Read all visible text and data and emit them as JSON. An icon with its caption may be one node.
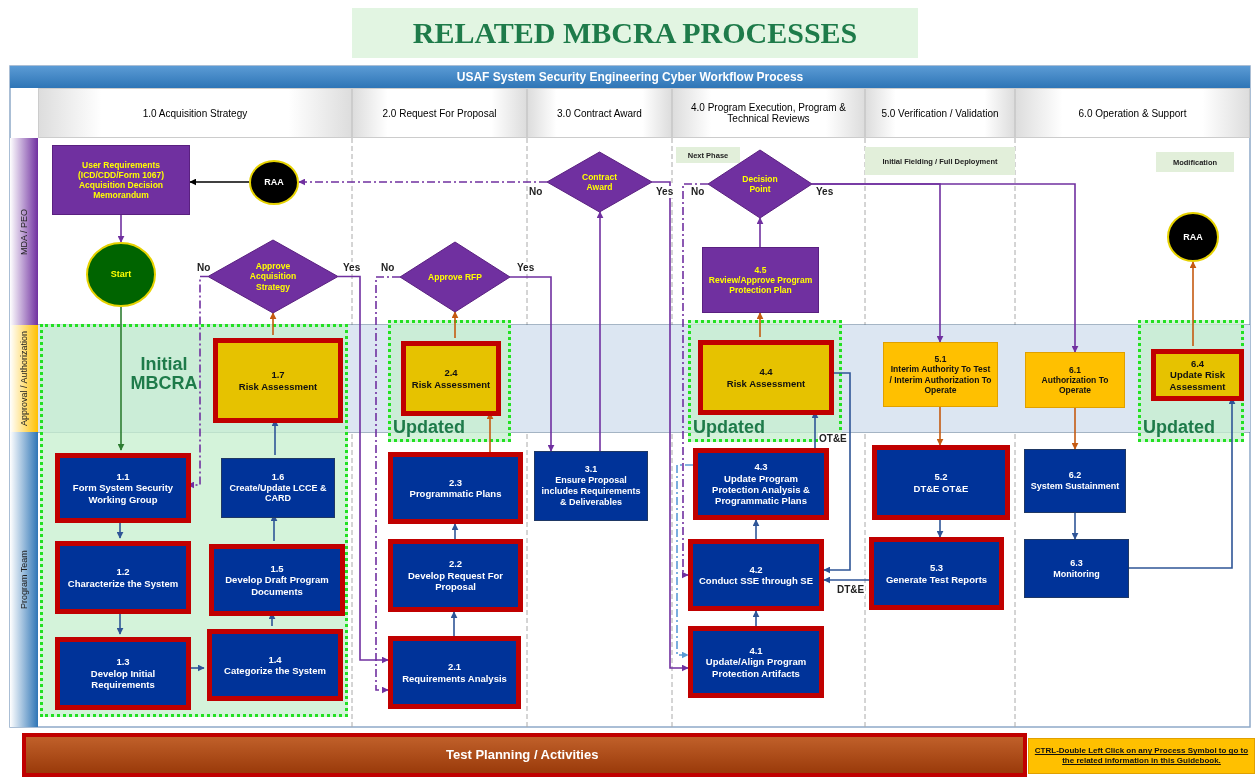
{
  "diagram": {
    "title": "RELATED MBCRA PROCESSES",
    "nodes": [
      {
        "text": [
          "User Requirements (ICD/CDD/Form 1067) Acquisition Decision Memorandum"
        ]
      },
      {
        "text": [
          "RAA"
        ]
      },
      {
        "text": [
          "Contract Award"
        ]
      },
      {
        "text": [
          "Next Phase"
        ]
      },
      {
        "text": [
          "Decision Point"
        ]
      },
      {
        "text": [
          "Initial Fielding / Full Deployment"
        ]
      },
      {
        "text": [
          "Modification"
        ]
      },
      {
        "text": [
          "Start"
        ]
      },
      {
        "text": [
          "Approve Acquisition Strategy"
        ]
      },
      {
        "text": [
          "Approve RFP"
        ]
      },
      {
        "text": [
          "4.5",
          "Review/Approve Program Protection Plan"
        ]
      },
      {
        "text": [
          "RAA"
        ]
      },
      {
        "text": [
          "Initial MBCRA"
        ]
      },
      {
        "text": [
          "1.7",
          "Risk Assessment"
        ],
        "in": 12
      },
      {
        "text": [
          "Updated"
        ]
      },
      {
        "text": [
          "2.4",
          "Risk Assessment"
        ],
        "in": 14
      },
      {
        "text": [
          "Updated"
        ]
      },
      {
        "text": [
          "4.4",
          "Risk Assessment"
        ],
        "in": 16
      },
      {
        "text": [
          "5.1",
          "Interim Authority To Test / Interim Authorization To Operate"
        ]
      },
      {
        "text": [
          "6.1",
          "Authorization To Operate"
        ]
      },
      {
        "text": [
          "Updated"
        ]
      },
      {
        "text": [
          "6.4",
          "Update Risk Assessment"
        ],
        "in": 20
      },
      {
        "text": [
          "1.1",
          "Form System Security Working Group"
        ],
        "in": 12
      },
      {
        "text": [
          "1.6",
          "Create/Update LCCE & CARD"
        ],
        "in": 12
      },
      {
        "text": [
          "2.3",
          "Programmatic Plans"
        ]
      },
      {
        "text": [
          "3.1",
          "Ensure Proposal includes Requirements & Deliverables"
        ]
      },
      {
        "text": [
          "4.3",
          "Update Program Protection Analysis & Programmatic Plans"
        ]
      },
      {
        "text": [
          "5.2",
          "DT&E OT&E"
        ]
      },
      {
        "text": [
          "6.2",
          "System Sustainment"
        ]
      },
      {
        "text": [
          "1.2",
          "Characterize the System"
        ],
        "in": 12
      },
      {
        "text": [
          "1.5",
          "Develop Draft Program Documents"
        ],
        "in": 12
      },
      {
        "text": [
          "2.2",
          "Develop Request For Proposal"
        ]
      },
      {
        "text": [
          "4.2",
          "Conduct SSE through SE"
        ]
      },
      {
        "text": [
          "5.3",
          "Generate Test Reports"
        ]
      },
      {
        "text": [
          "6.3",
          "Monitoring"
        ]
      },
      {
        "text": [
          "1.3",
          "Develop Initial Requirements"
        ],
        "in": 12
      },
      {
        "text": [
          "1.4",
          "Categorize the System"
        ],
        "in": 12
      },
      {
        "text": [
          "2.1",
          "Requirements Analysis"
        ]
      },
      {
        "text": [
          "4.1",
          "Update/Align Program Protection Artifacts"
        ]
      },
      {
        "text": [
          "Test Planning / Activities"
        ]
      },
      {
        "text": [
          "CTRL-Double Left Click on any Process Symbol to go to the related information in this Guidebook."
        ]
      }
    ],
    "edges": [
      {
        "from": 1,
        "to": 0,
        "arrow": "to",
        "color": "#000000"
      },
      {
        "from": 0,
        "to": 7,
        "arrow": "to",
        "color": "#7030a0"
      },
      {
        "from": 7,
        "to": 22,
        "arrow": "to",
        "color": "#2e7d32"
      },
      {
        "from": 22,
        "to": 29,
        "arrow": "to"
      },
      {
        "from": 29,
        "to": 35,
        "arrow": "to"
      },
      {
        "from": 35,
        "to": 36,
        "arrow": "to"
      },
      {
        "from": 36,
        "to": 30,
        "arrow": "to"
      },
      {
        "from": 30,
        "to": 23,
        "arrow": "to"
      },
      {
        "from": 23,
        "to": 13,
        "arrow": "to"
      },
      {
        "from": 13,
        "to": 8,
        "arrow": "to",
        "color": "#c55a11"
      },
      {
        "from": 8,
        "to": 22,
        "label": "No",
        "arrow": "to",
        "style": "dashed",
        "color": "#7030a0"
      },
      {
        "from": 8,
        "to": 37,
        "label": "Yes",
        "arrow": "to",
        "color": "#7030a0"
      },
      {
        "from": 37,
        "to": 31,
        "arrow": "to"
      },
      {
        "from": 31,
        "to": 24,
        "arrow": "to"
      },
      {
        "from": 24,
        "to": 15,
        "arrow": "to",
        "color": "#c55a11"
      },
      {
        "from": 15,
        "to": 9,
        "arrow": "to",
        "color": "#c55a11"
      },
      {
        "from": 9,
        "to": 37,
        "label": "No",
        "arrow": "to",
        "style": "dashed",
        "color": "#7030a0"
      },
      {
        "from": 9,
        "to": 25,
        "label": "Yes",
        "arrow": "to",
        "color": "#7030a0"
      },
      {
        "from": 25,
        "to": 2,
        "arrow": "to",
        "color": "#7030a0"
      },
      {
        "from": 2,
        "to": 1,
        "label": "No",
        "arrow": "to",
        "style": "dashed",
        "color": "#7030a0"
      },
      {
        "from": 2,
        "to": 38,
        "label": "Yes",
        "arrow": "to",
        "color": "#7030a0"
      },
      {
        "from": 38,
        "to": 32,
        "arrow": "to"
      },
      {
        "from": 32,
        "to": 26,
        "arrow": "to"
      },
      {
        "from": 26,
        "to": 17,
        "arrow": "to"
      },
      {
        "from": 17,
        "to": 10,
        "arrow": "to",
        "color": "#c55a11"
      },
      {
        "from": 10,
        "to": 4,
        "arrow": "to",
        "color": "#7030a0"
      },
      {
        "from": 4,
        "to": 32,
        "label": "No",
        "arrow": "to",
        "style": "dashed",
        "color": "#7030a0"
      },
      {
        "from": 26,
        "to": 38,
        "arrow": "to",
        "style": "dashed",
        "color": "#5b9bd5"
      },
      {
        "from": 4,
        "to": 18,
        "label": "Yes",
        "arrow": "to",
        "color": "#7030a0"
      },
      {
        "from": 4,
        "to": 19,
        "arrow": "to",
        "color": "#7030a0"
      },
      {
        "from": 17,
        "to": 32,
        "label": "OT&E",
        "arrow": "to"
      },
      {
        "from": 33,
        "to": 32,
        "label": "DT&E",
        "arrow": "to"
      },
      {
        "from": 18,
        "to": 27,
        "arrow": "to",
        "color": "#c55a11"
      },
      {
        "from": 27,
        "to": 33,
        "arrow": "to"
      },
      {
        "from": 19,
        "to": 28,
        "arrow": "to",
        "color": "#c55a11"
      },
      {
        "from": 28,
        "to": 34,
        "arrow": "to"
      },
      {
        "from": 34,
        "to": 21,
        "arrow": "to"
      },
      {
        "from": 21,
        "to": 11,
        "arrow": "to",
        "color": "#c55a11"
      }
    ],
    "labels": [
      "USAF System Security Engineering Cyber Workflow Process",
      "1.0 Acquisition Strategy",
      "2.0 Request For Proposal",
      "3.0 Contract Award",
      "4.0 Program Execution, Program & Technical Reviews",
      "5.0 Verification / Validation",
      "6.0 Operation & Support",
      "MDA / PEO",
      "Approval / Authorization",
      "Program Team"
    ]
  }
}
